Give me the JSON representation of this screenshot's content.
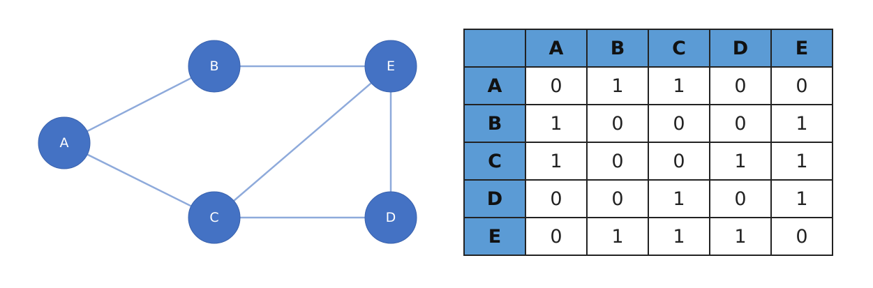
{
  "graph": {
    "nodes": [
      {
        "id": "A",
        "label": "A"
      },
      {
        "id": "B",
        "label": "B"
      },
      {
        "id": "C",
        "label": "C"
      },
      {
        "id": "D",
        "label": "D"
      },
      {
        "id": "E",
        "label": "E"
      }
    ],
    "edges": [
      [
        "A",
        "B"
      ],
      [
        "A",
        "C"
      ],
      [
        "B",
        "E"
      ],
      [
        "C",
        "E"
      ],
      [
        "C",
        "D"
      ],
      [
        "D",
        "E"
      ]
    ],
    "colors": {
      "node_fill": "#4472c4",
      "edge": "#8eaadb",
      "node_text": "#ffffff"
    }
  },
  "matrix": {
    "corner": "",
    "column_headers": [
      "A",
      "B",
      "C",
      "D",
      "E"
    ],
    "rows": [
      {
        "header": "A",
        "cells": [
          "0",
          "1",
          "1",
          "0",
          "0"
        ]
      },
      {
        "header": "B",
        "cells": [
          "1",
          "0",
          "0",
          "0",
          "1"
        ]
      },
      {
        "header": "C",
        "cells": [
          "1",
          "0",
          "0",
          "1",
          "1"
        ]
      },
      {
        "header": "D",
        "cells": [
          "0",
          "0",
          "1",
          "0",
          "1"
        ]
      },
      {
        "header": "E",
        "cells": [
          "0",
          "1",
          "1",
          "1",
          "0"
        ]
      }
    ],
    "colors": {
      "header_fill": "#5b9bd5",
      "border": "#222222"
    }
  }
}
